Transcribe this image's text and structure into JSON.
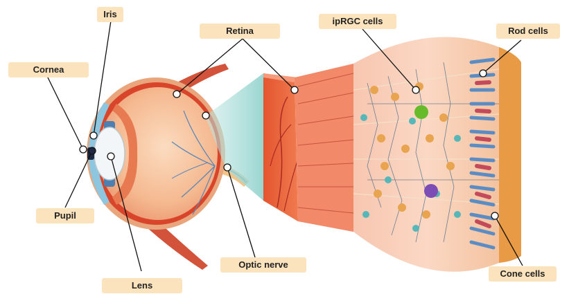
{
  "labels": {
    "iris": "Iris",
    "cornea": "Cornea",
    "retina": "Retina",
    "iprgc": "ipRGC cells",
    "rod": "Rod cells",
    "pupil": "Pupil",
    "lens": "Lens",
    "optic_nerve": "Optic nerve",
    "cone": "Cone cells"
  },
  "colors": {
    "label_bg": "#fbe3bd",
    "sclera": "#f3b48e",
    "retina_red": "#d9452a",
    "eye_interior": "#f6c39a",
    "cornea_blue": "#8fc6df",
    "muscle": "#d2533a",
    "tissue": "#f6c9a6",
    "rod": "#5b8dc4",
    "cone": "#c24a5a",
    "iprgc_green": "#66bb2a",
    "iprgc_purple": "#7b4db5"
  }
}
